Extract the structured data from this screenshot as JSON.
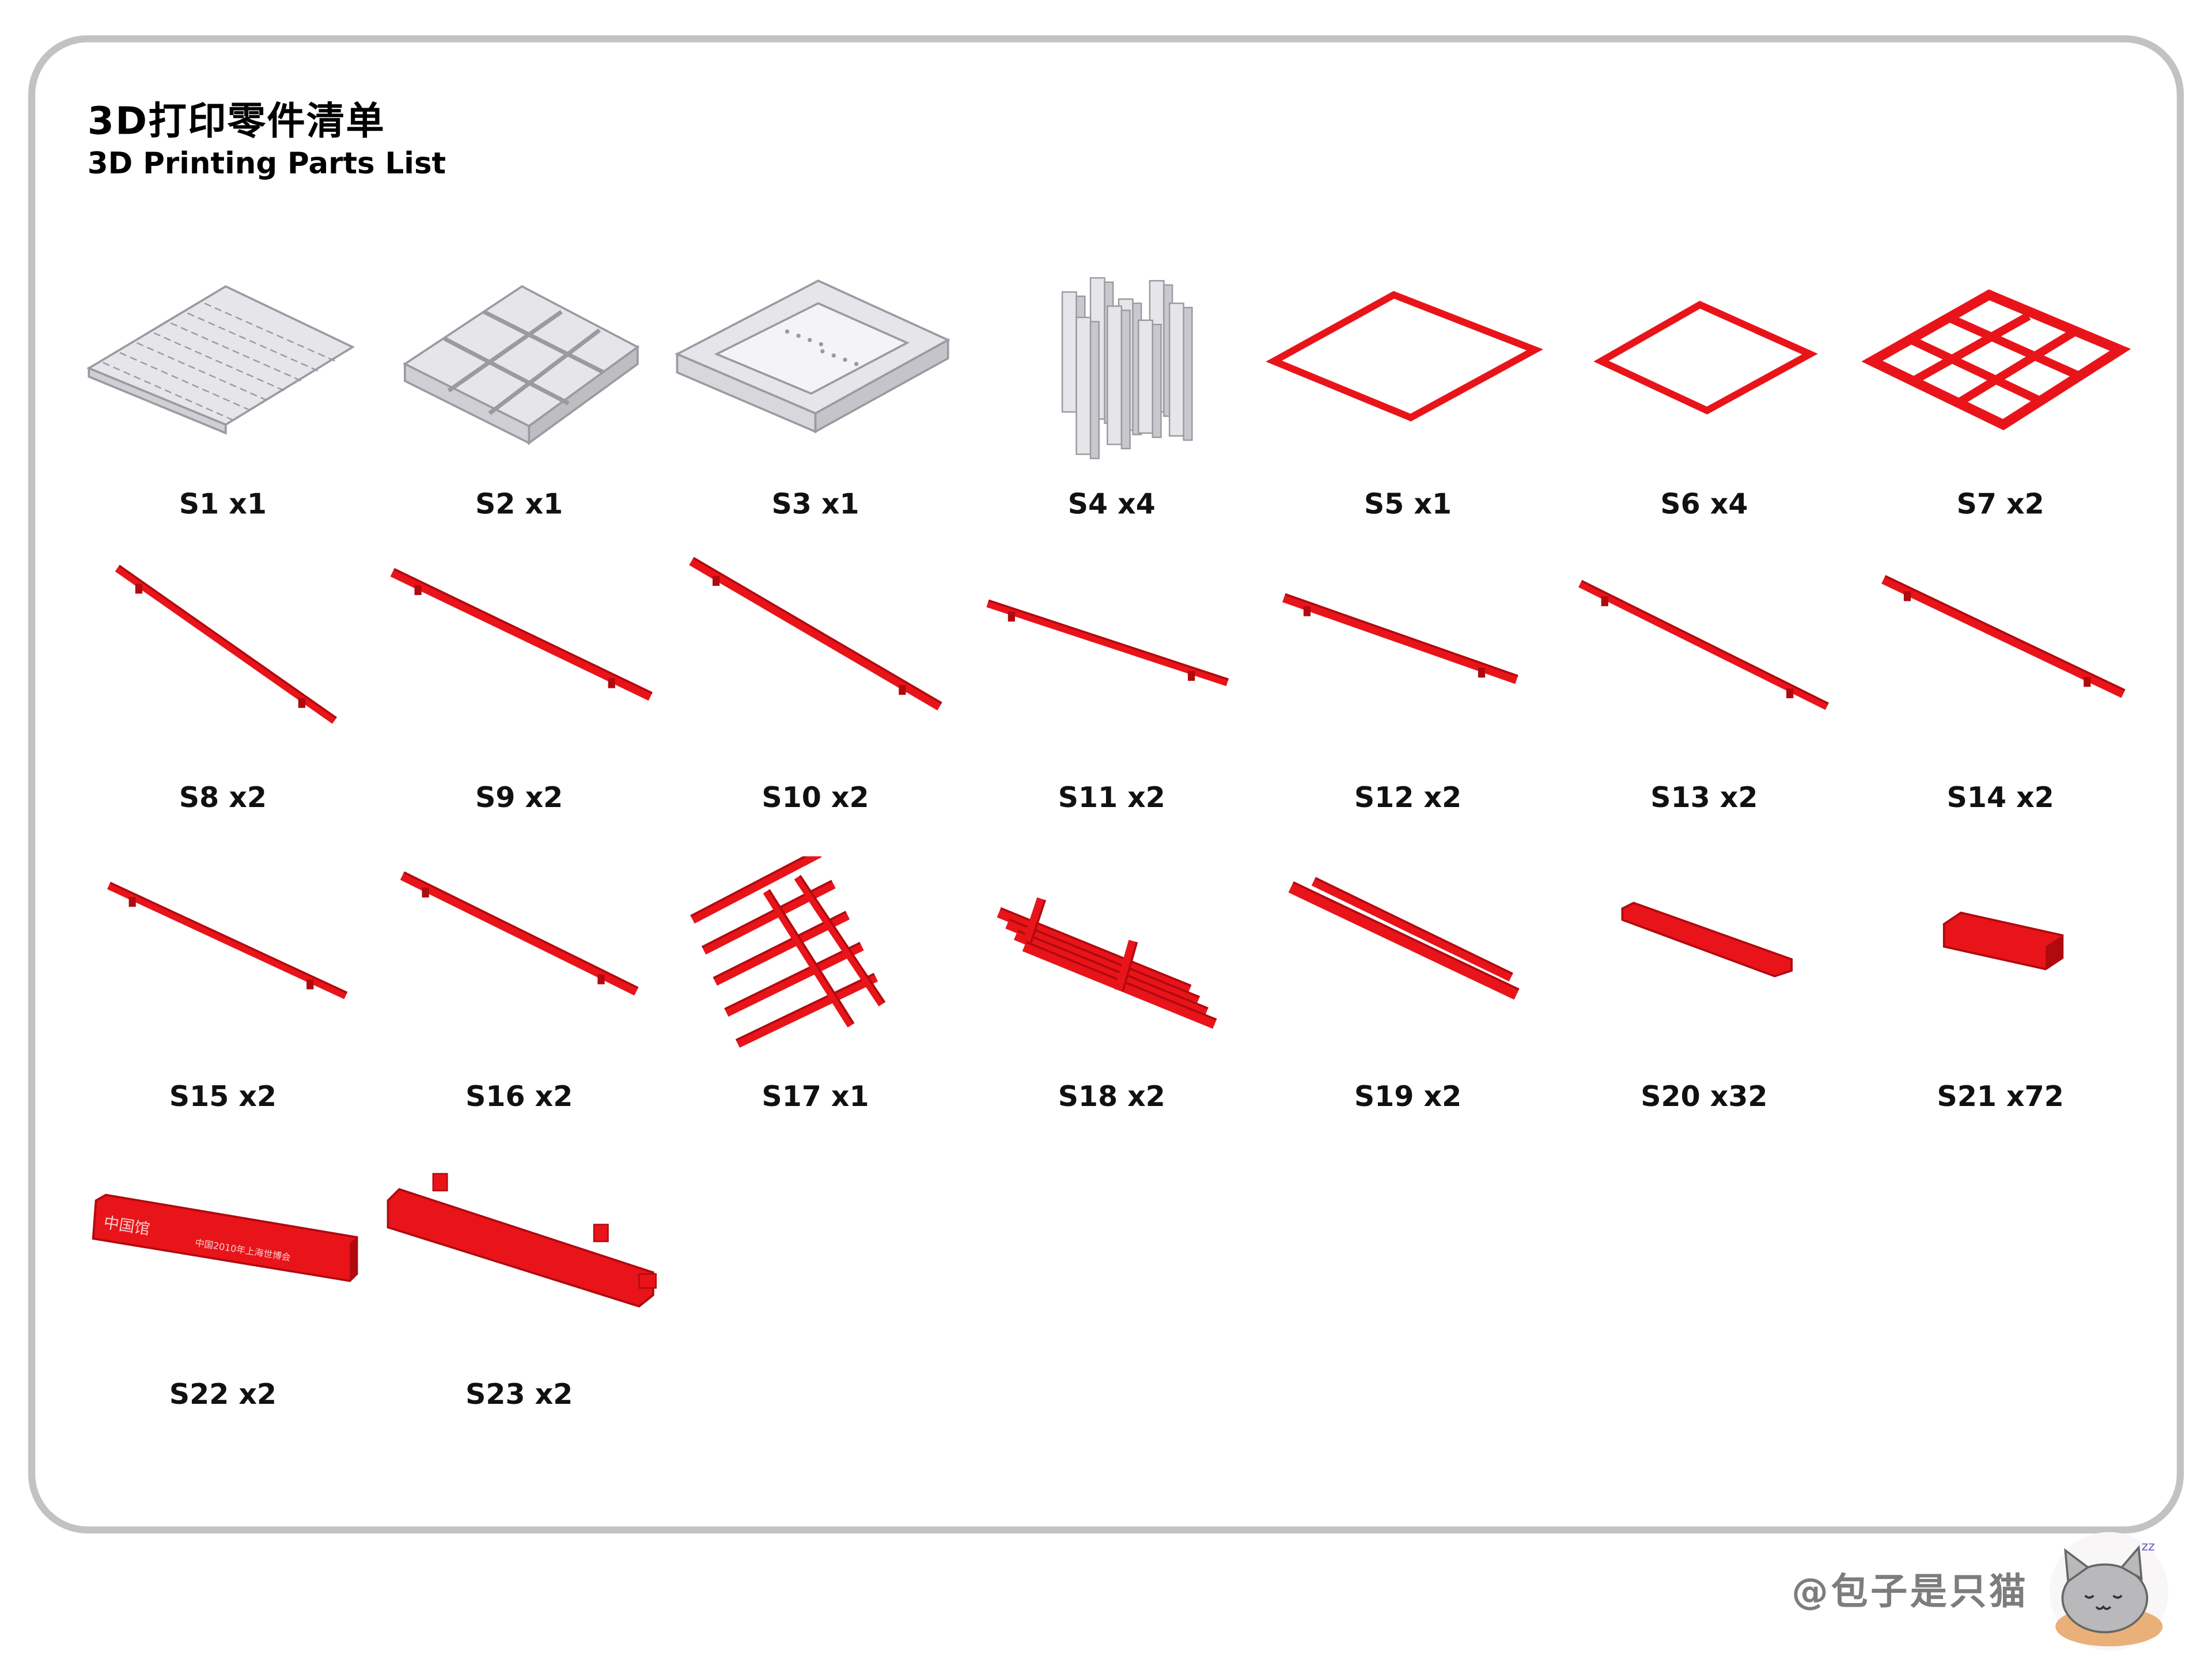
{
  "title_cn": "3D打印零件清单",
  "title_en": "3D Printing Parts List",
  "parts": [
    {
      "label": "S1 x1",
      "color": "gray"
    },
    {
      "label": "S2 x1",
      "color": "gray"
    },
    {
      "label": "S3 x1",
      "color": "gray"
    },
    {
      "label": "S4 x4",
      "color": "gray"
    },
    {
      "label": "S5 x1",
      "color": "red"
    },
    {
      "label": "S6 x4",
      "color": "red"
    },
    {
      "label": "S7 x2",
      "color": "red"
    },
    {
      "label": "S8 x2",
      "color": "red"
    },
    {
      "label": "S9 x2",
      "color": "red"
    },
    {
      "label": "S10 x2",
      "color": "red"
    },
    {
      "label": "S11 x2",
      "color": "red"
    },
    {
      "label": "S12 x2",
      "color": "red"
    },
    {
      "label": "S13 x2",
      "color": "red"
    },
    {
      "label": "S14 x2",
      "color": "red"
    },
    {
      "label": "S15 x2",
      "color": "red"
    },
    {
      "label": "S16 x2",
      "color": "red"
    },
    {
      "label": "S17 x1",
      "color": "red"
    },
    {
      "label": "S18 x2",
      "color": "red"
    },
    {
      "label": "S19 x2",
      "color": "red"
    },
    {
      "label": "S20 x32",
      "color": "red"
    },
    {
      "label": "S21 x72",
      "color": "red"
    },
    {
      "label": "S22 x2",
      "color": "red",
      "engraving": [
        "中国馆",
        "中国2010年上海世博会"
      ]
    },
    {
      "label": "S23 x2",
      "color": "red"
    }
  ],
  "watermark": "@包子是只猫",
  "colors": {
    "red": "#e8141a",
    "red_dark": "#b00a0f",
    "gray": "#e6e6ea",
    "gray_dark": "#9a9aa0",
    "border": "#c2c2c2"
  }
}
